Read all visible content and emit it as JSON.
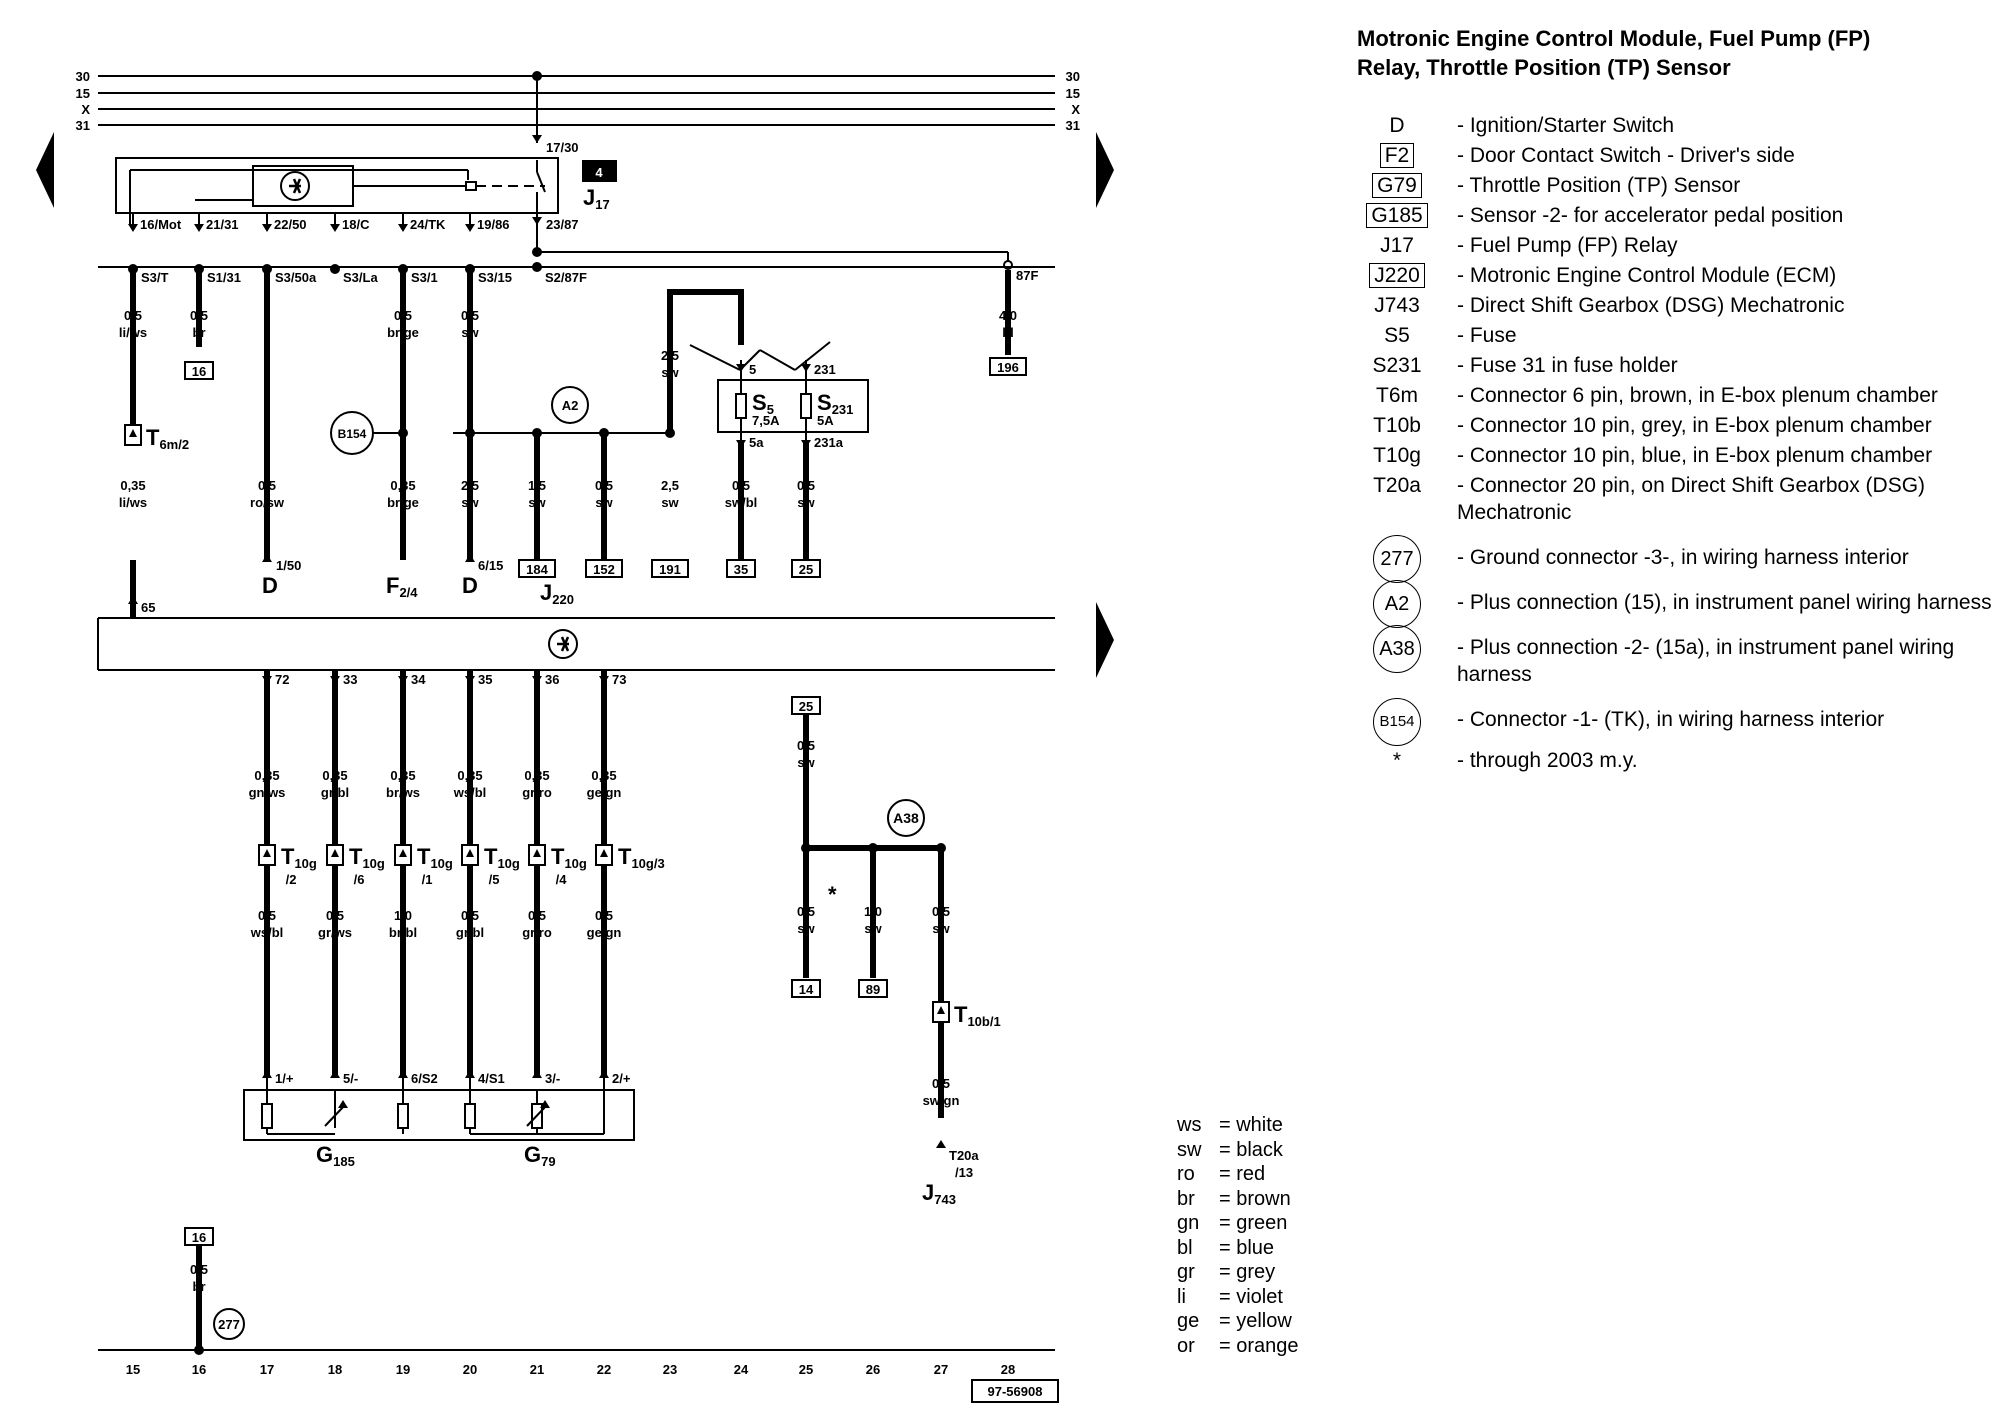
{
  "title": "Motronic Engine Control Module, Fuel Pump (FP) Relay, Throttle Position (TP) Sensor",
  "title_line1": "Motronic Engine Control Module, Fuel Pump (FP)",
  "title_line2": "Relay, Throttle Position (TP) Sensor",
  "legend": [
    {
      "code": "D",
      "desc": "- Ignition/Starter Switch",
      "style": "plain"
    },
    {
      "code": "F2",
      "desc": "- Door Contact Switch - Driver's side",
      "style": "boxed"
    },
    {
      "code": "G79",
      "desc": "- Throttle Position (TP) Sensor",
      "style": "boxed"
    },
    {
      "code": "G185",
      "desc": "- Sensor -2- for accelerator pedal position",
      "style": "boxed"
    },
    {
      "code": "J17",
      "desc": "- Fuel Pump (FP) Relay",
      "style": "plain"
    },
    {
      "code": "J220",
      "desc": "- Motronic Engine Control Module (ECM)",
      "style": "boxed"
    },
    {
      "code": "J743",
      "desc": "- Direct Shift Gearbox (DSG) Mechatronic",
      "style": "plain"
    },
    {
      "code": "S5",
      "desc": "- Fuse",
      "style": "plain"
    },
    {
      "code": "S231",
      "desc": "- Fuse 31 in fuse holder",
      "style": "plain"
    },
    {
      "code": "T6m",
      "desc": "- Connector 6 pin, brown, in E-box plenum chamber",
      "style": "plain"
    },
    {
      "code": "T10b",
      "desc": "- Connector 10 pin, grey, in E-box plenum chamber",
      "style": "plain"
    },
    {
      "code": "T10g",
      "desc": "- Connector 10 pin, blue, in E-box plenum chamber",
      "style": "plain"
    },
    {
      "code": "T20a",
      "desc": "- Connector 20 pin, on Direct Shift Gearbox (DSG) Mechatronic",
      "style": "plain"
    },
    {
      "code": "277",
      "desc": "- Ground connector -3-, in wiring harness interior",
      "style": "circle"
    },
    {
      "code": "A2",
      "desc": "- Plus connection (15), in instrument panel wiring harness",
      "style": "circle"
    },
    {
      "code": "A38",
      "desc": "- Plus connection -2- (15a), in instrument panel wiring harness",
      "style": "circle"
    },
    {
      "code": "B154",
      "desc": "- Connector -1- (TK), in wiring harness interior",
      "style": "circle-small"
    },
    {
      "code": "*",
      "desc": "- through 2003 m.y.",
      "style": "plain"
    }
  ],
  "wire_colors": [
    {
      "code": "ws",
      "name": "= white"
    },
    {
      "code": "sw",
      "name": "= black"
    },
    {
      "code": "ro",
      "name": "= red"
    },
    {
      "code": "br",
      "name": "= brown"
    },
    {
      "code": "gn",
      "name": "= green"
    },
    {
      "code": "bl",
      "name": "= blue"
    },
    {
      "code": "gr",
      "name": "= grey"
    },
    {
      "code": "li",
      "name": "= violet"
    },
    {
      "code": "ge",
      "name": "= yellow"
    },
    {
      "code": "or",
      "name": "= orange"
    }
  ],
  "diagram": {
    "rails": [
      "30",
      "15",
      "X",
      "31"
    ],
    "track_numbers": [
      "15",
      "16",
      "17",
      "18",
      "19",
      "20",
      "21",
      "22",
      "23",
      "24",
      "25",
      "26",
      "27",
      "28"
    ],
    "drawing_number": "97-56908",
    "relay": {
      "position": "4",
      "name": "J",
      "sub": "17",
      "terminal": "17/30",
      "out_terminal": "23/87",
      "pins": [
        "16/Mot",
        "21/31",
        "22/50",
        "18/C",
        "24/TK",
        "19/86"
      ]
    },
    "fuse_terminals": [
      "S3/T",
      "S1/31",
      "S3/50a",
      "S3/La",
      "S3/1",
      "S3/15",
      "S2/87F",
      "87F"
    ],
    "upper_wires": [
      {
        "size": "0,5",
        "color": "li/ws"
      },
      {
        "size": "0,5",
        "color": "br"
      },
      {
        "size": "0,5",
        "color": "br/ge"
      },
      {
        "size": "0,5",
        "color": "sw"
      },
      {
        "size": "2,5",
        "color": "sw"
      },
      {
        "size": "4,0",
        "color": "bl"
      }
    ],
    "ref_boxes_top": [
      "16",
      "196"
    ],
    "connector_t6m": {
      "name": "T",
      "sub": "6m/2"
    },
    "splices": {
      "b154": "B154",
      "a2": "A2",
      "a38": "A38",
      "g277": "277"
    },
    "fuses": [
      {
        "name": "S",
        "sub": "5",
        "rating": "7,5A",
        "in": "5",
        "out": "5a"
      },
      {
        "name": "S",
        "sub": "231",
        "rating": "5A",
        "in": "231",
        "out": "231a"
      }
    ],
    "mid_wires": [
      {
        "size": "0,35",
        "color": "li/ws"
      },
      {
        "size": "0,5",
        "color": "ro/sw"
      },
      {
        "size": "0,35",
        "color": "br/ge"
      },
      {
        "size": "2,5",
        "color": "sw"
      },
      {
        "size": "1,5",
        "color": "sw"
      },
      {
        "size": "0,5",
        "color": "sw"
      },
      {
        "size": "2,5",
        "color": "sw"
      },
      {
        "size": "0,5",
        "color": "sw/bl"
      },
      {
        "size": "0,5",
        "color": "sw"
      }
    ],
    "mid_refs": [
      "184",
      "152",
      "191",
      "35",
      "25"
    ],
    "mid_targets": {
      "d1": "D",
      "d1_pin": "1/50",
      "f2": "F",
      "f2_sub": "2/4",
      "d2": "D",
      "d2_pin": "6/15",
      "j220": "J",
      "j220_sub": "220",
      "ecm_pin": "65"
    },
    "ecm_pins": [
      "72",
      "33",
      "34",
      "35",
      "36",
      "73"
    ],
    "sensor_wires_top": [
      {
        "size": "0,35",
        "color": "gn/ws"
      },
      {
        "size": "0,35",
        "color": "gr/bl"
      },
      {
        "size": "0,35",
        "color": "br/ws"
      },
      {
        "size": "0,35",
        "color": "ws/bl"
      },
      {
        "size": "0,35",
        "color": "gr/ro"
      },
      {
        "size": "0,35",
        "color": "ge/gn"
      }
    ],
    "t10g": [
      {
        "name": "T",
        "sub": "10g",
        "pin": "/2"
      },
      {
        "name": "T",
        "sub": "10g",
        "pin": "/6"
      },
      {
        "name": "T",
        "sub": "10g",
        "pin": "/1"
      },
      {
        "name": "T",
        "sub": "10g",
        "pin": "/5"
      },
      {
        "name": "T",
        "sub": "10g",
        "pin": "/4"
      },
      {
        "name": "T",
        "sub": "10g/3",
        "pin": ""
      }
    ],
    "sensor_wires_bottom": [
      {
        "size": "0,5",
        "color": "ws/bl"
      },
      {
        "size": "0,5",
        "color": "gr/ws"
      },
      {
        "size": "1,0",
        "color": "br/bl"
      },
      {
        "size": "0,5",
        "color": "gr/bl"
      },
      {
        "size": "0,5",
        "color": "gr/ro"
      },
      {
        "size": "0,5",
        "color": "ge/gn"
      }
    ],
    "sensor_pins": [
      "1/+",
      "5/-",
      "6/S2",
      "4/S1",
      "3/-",
      "2/+"
    ],
    "sensors": [
      {
        "name": "G",
        "sub": "185"
      },
      {
        "name": "G",
        "sub": "79"
      }
    ],
    "right_group": {
      "ref_top": "25",
      "top_wire": {
        "size": "0,5",
        "color": "sw"
      },
      "wires": [
        {
          "size": "0,5",
          "color": "sw"
        },
        {
          "size": "1,0",
          "color": "sw"
        },
        {
          "size": "0,5",
          "color": "sw"
        }
      ],
      "asterisk": "*",
      "refs": [
        "14",
        "89"
      ],
      "t10b": {
        "name": "T",
        "sub": "10b/1"
      },
      "j743_wire": {
        "size": "0,5",
        "color": "sw/gn"
      },
      "t20a": "T20a",
      "t20a_pin": "/13",
      "j743": {
        "name": "J",
        "sub": "743"
      }
    },
    "ground": {
      "ref": "16",
      "size": "0,5",
      "color": "br"
    }
  }
}
